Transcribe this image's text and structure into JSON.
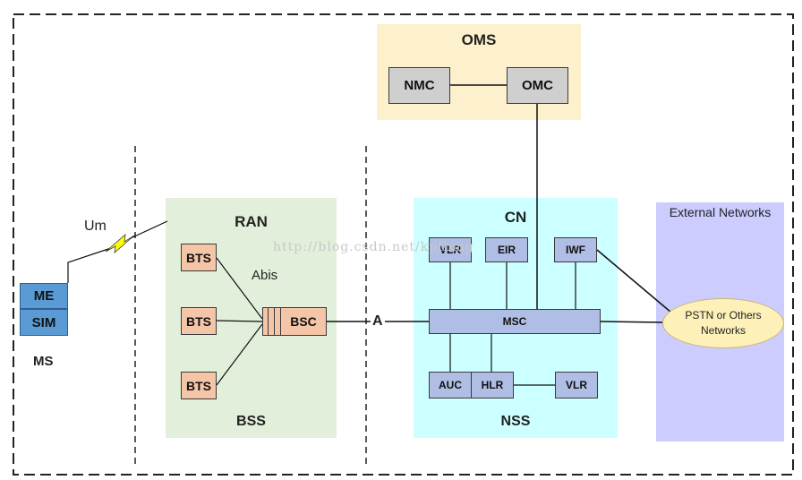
{
  "colors": {
    "oms_fill": "#fdf0cd",
    "ran_fill": "#e2efda",
    "cn_fill": "#ccffff",
    "ext_fill": "#ccccff",
    "gray_node": "#cfcfcf",
    "peach_node": "#f5c5a8",
    "blue_node": "#b0bde4",
    "ms_node": "#5a9bd5",
    "lightning": "#ffff00"
  },
  "oms": {
    "title": "OMS",
    "nmc": "NMC",
    "omc": "OMC"
  },
  "ran": {
    "title": "RAN",
    "subtitle": "BSS",
    "bts": [
      "BTS",
      "BTS",
      "BTS"
    ],
    "bsc": "BSC",
    "abis": "Abis"
  },
  "cn": {
    "title": "CN",
    "subtitle": "NSS",
    "vlr_top": "VLR",
    "eir": "EIR",
    "iwf": "IWF",
    "msc": "MSC",
    "auc": "AUC",
    "hlr": "HLR",
    "vlr_bottom": "VLR"
  },
  "external": {
    "title": "External Networks",
    "pstn_line1": "PSTN or Others",
    "pstn_line2": "Networks"
  },
  "ms": {
    "me": "ME",
    "sim": "SIM",
    "label": "MS",
    "um": "Um"
  },
  "interface_a": "A",
  "watermark": "http://blog.csdn.net/kpfbmg"
}
